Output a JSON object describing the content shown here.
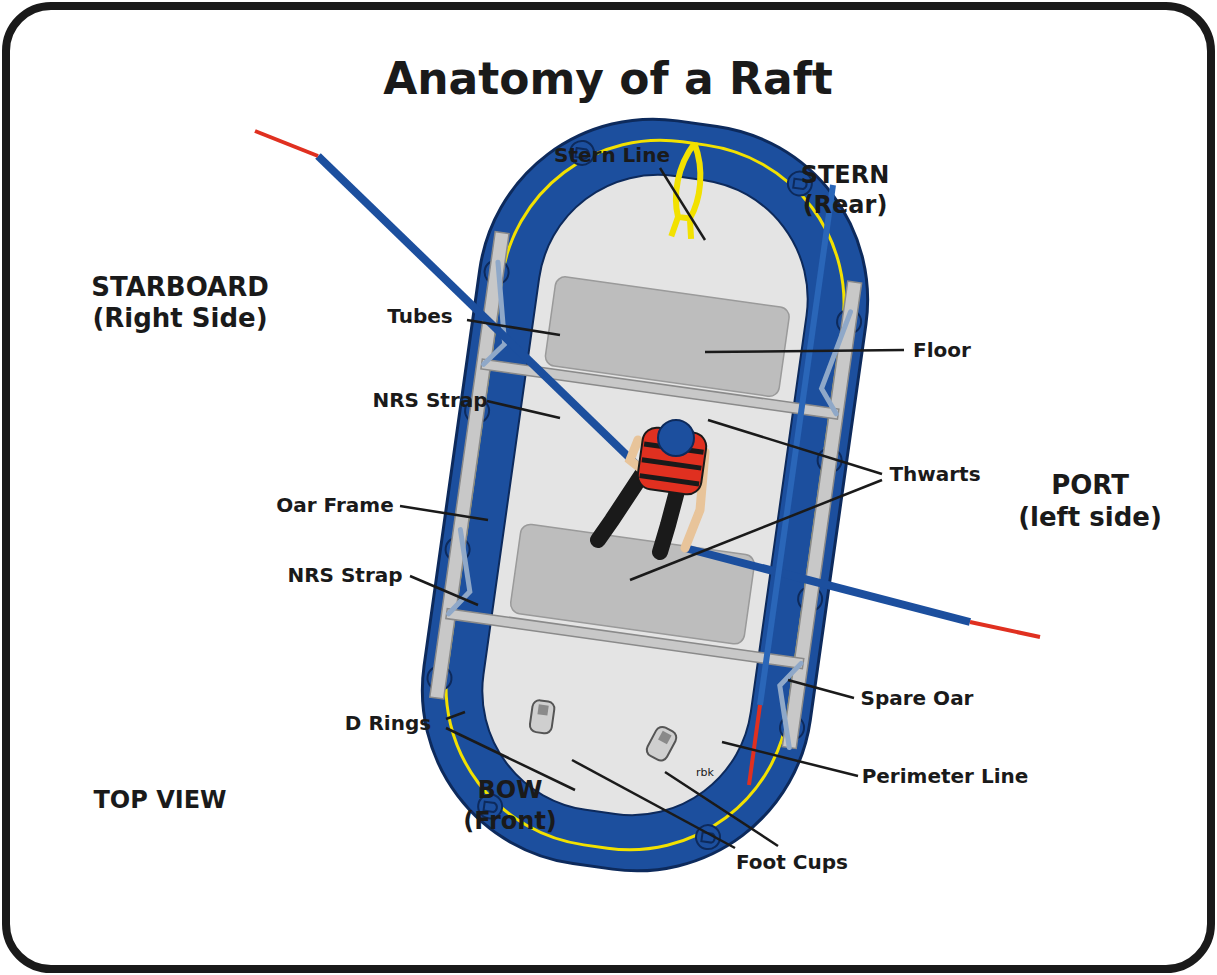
{
  "diagram": {
    "title": "Anatomy of a Raft",
    "labels": [
      "Stern Line",
      "STERN",
      "(Rear)",
      "STARBOARD",
      "(Right Side)",
      "Tubes",
      "Floor",
      "NRS Strap",
      "Thwarts",
      "Oar Frame",
      "PORT",
      "(left side)",
      "NRS Strap",
      "Spare Oar",
      "D Rings",
      "rbk",
      "Perimeter Line",
      "TOP VIEW",
      "BOW",
      "(Front)",
      "Foot Cups"
    ]
  }
}
